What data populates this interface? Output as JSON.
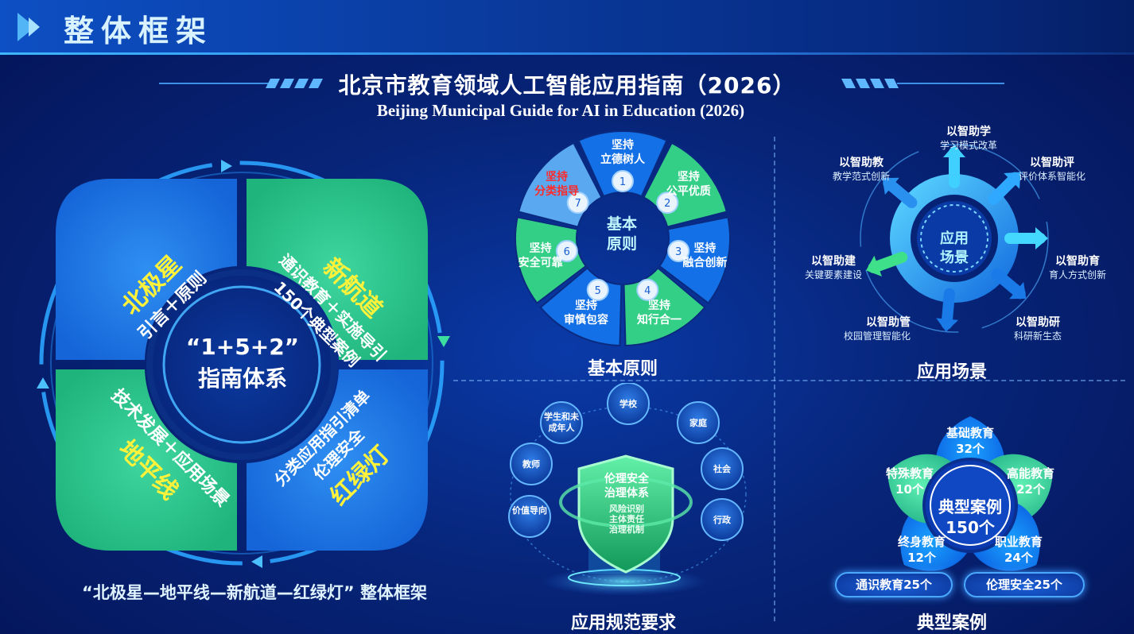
{
  "header": {
    "title": "整体框架"
  },
  "main_title": "北京市教育领域人工智能应用指南（2026）",
  "sub_title": "Beijing Municipal Guide for AI in Education (2026)",
  "framework": {
    "center_line1": "“1+5+2”",
    "center_line2": "指南体系",
    "q_tl": {
      "title": "北极星",
      "sub": "引言＋原则"
    },
    "q_tr": {
      "title": "新航道",
      "sub1": "通识教育＋实施导引",
      "sub2": "150个典型案例"
    },
    "q_bl": {
      "title": "地平线",
      "sub": "技术发展＋应用场景"
    },
    "q_br": {
      "title": "红绿灯",
      "sub1": "分类应用指引清单",
      "sub2": "伦理安全"
    },
    "caption": "“北极星—地平线—新航道—红绿灯” 整体框架"
  },
  "principles": {
    "center": "基本\n原则",
    "label": "基本原则",
    "items": [
      {
        "n": "1",
        "l1": "坚持",
        "l2": "立德树人"
      },
      {
        "n": "2",
        "l1": "坚持",
        "l2": "公平优质"
      },
      {
        "n": "3",
        "l1": "坚持",
        "l2": "融合创新"
      },
      {
        "n": "4",
        "l1": "坚持",
        "l2": "知行合一"
      },
      {
        "n": "5",
        "l1": "坚持",
        "l2": "审慎包容"
      },
      {
        "n": "6",
        "l1": "坚持",
        "l2": "安全可靠"
      },
      {
        "n": "7",
        "l1": "坚持",
        "l2": "分类指导"
      }
    ]
  },
  "scenarios": {
    "center1": "应用",
    "center2": "场景",
    "label": "应用场景",
    "items": [
      {
        "t": "以智助学",
        "s": "学习模式改革"
      },
      {
        "t": "以智助评",
        "s": "评价体系智能化"
      },
      {
        "t": "以智助育",
        "s": "育人方式创新"
      },
      {
        "t": "以智助研",
        "s": "科研新生态"
      },
      {
        "t": "以智助管",
        "s": "校园管理智能化"
      },
      {
        "t": "以智助建",
        "s": "关键要素建设"
      },
      {
        "t": "以智助教",
        "s": "教学范式创新"
      }
    ]
  },
  "governance": {
    "label": "应用规范要求",
    "shield_title1": "伦理安全",
    "shield_title2": "治理体系",
    "shield_items": [
      "风险识别",
      "主体责任",
      "治理机制"
    ],
    "nodes": [
      "学校",
      "家庭",
      "社会",
      "行政",
      "价值导向",
      "教师",
      "学生和未成年人"
    ]
  },
  "cases": {
    "label": "典型案例",
    "center1": "典型案例",
    "center2": "150个",
    "petals": [
      {
        "t": "基础教育",
        "n": "32个"
      },
      {
        "t": "高能教育",
        "n": "22个"
      },
      {
        "t": "职业教育",
        "n": "24个"
      },
      {
        "t": "终身教育",
        "n": "12个"
      },
      {
        "t": "特殊教育",
        "n": "10个"
      }
    ],
    "pill_left": "通识教育25个",
    "pill_right": "伦理安全25个"
  }
}
